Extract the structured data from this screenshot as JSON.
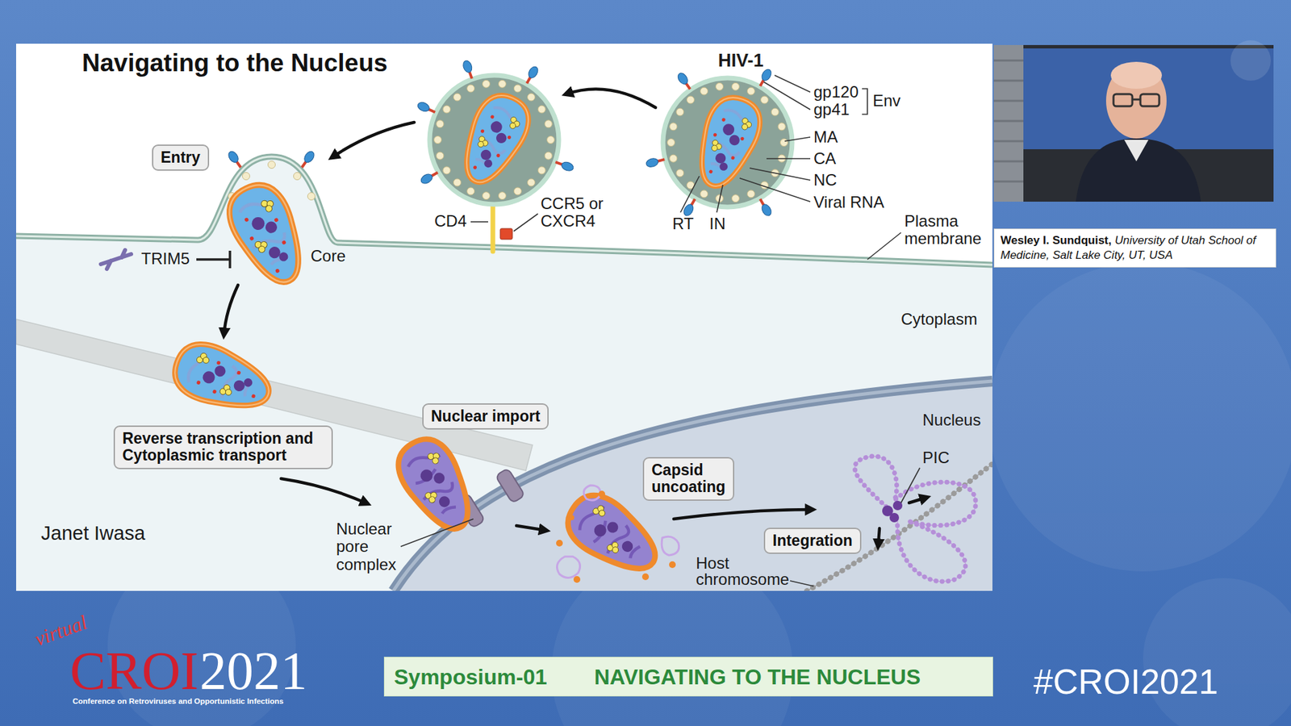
{
  "diagram": {
    "title": "Navigating to the Nucleus",
    "nodes": [
      {
        "text": [
          "Entry"
        ]
      },
      {
        "text": [
          "Reverse transcription and Cytoplasmic transport"
        ]
      },
      {
        "text": [
          "Nuclear import"
        ]
      },
      {
        "text": [
          "Capsid uncoating"
        ]
      },
      {
        "text": [
          "Integration"
        ]
      },
      {
        "text": [
          "Wesley I. Sundquist,",
          "University of Utah School of Medicine, Salt Lake City, UT, USA"
        ]
      },
      {
        "text": [
          "Symposium-01",
          "NAVIGATING TO THE NUCLEUS"
        ]
      }
    ],
    "labels": [
      "HIV-1",
      "gp120",
      "gp41",
      "Env",
      "MA",
      "CA",
      "NC",
      "Viral RNA",
      "RT",
      "IN",
      "CD4",
      "CCR5 or CXCR4",
      "Plasma membrane",
      "TRIM5",
      "Core",
      "Cytoplasm",
      "Nucleus",
      "PIC",
      "Nuclear pore complex",
      "Host chromosome",
      "Janet Iwasa",
      "virtual",
      "CROI",
      "2021",
      "Conference on Retroviruses and Opportunistic Infections",
      "#CROI2021"
    ]
  }
}
